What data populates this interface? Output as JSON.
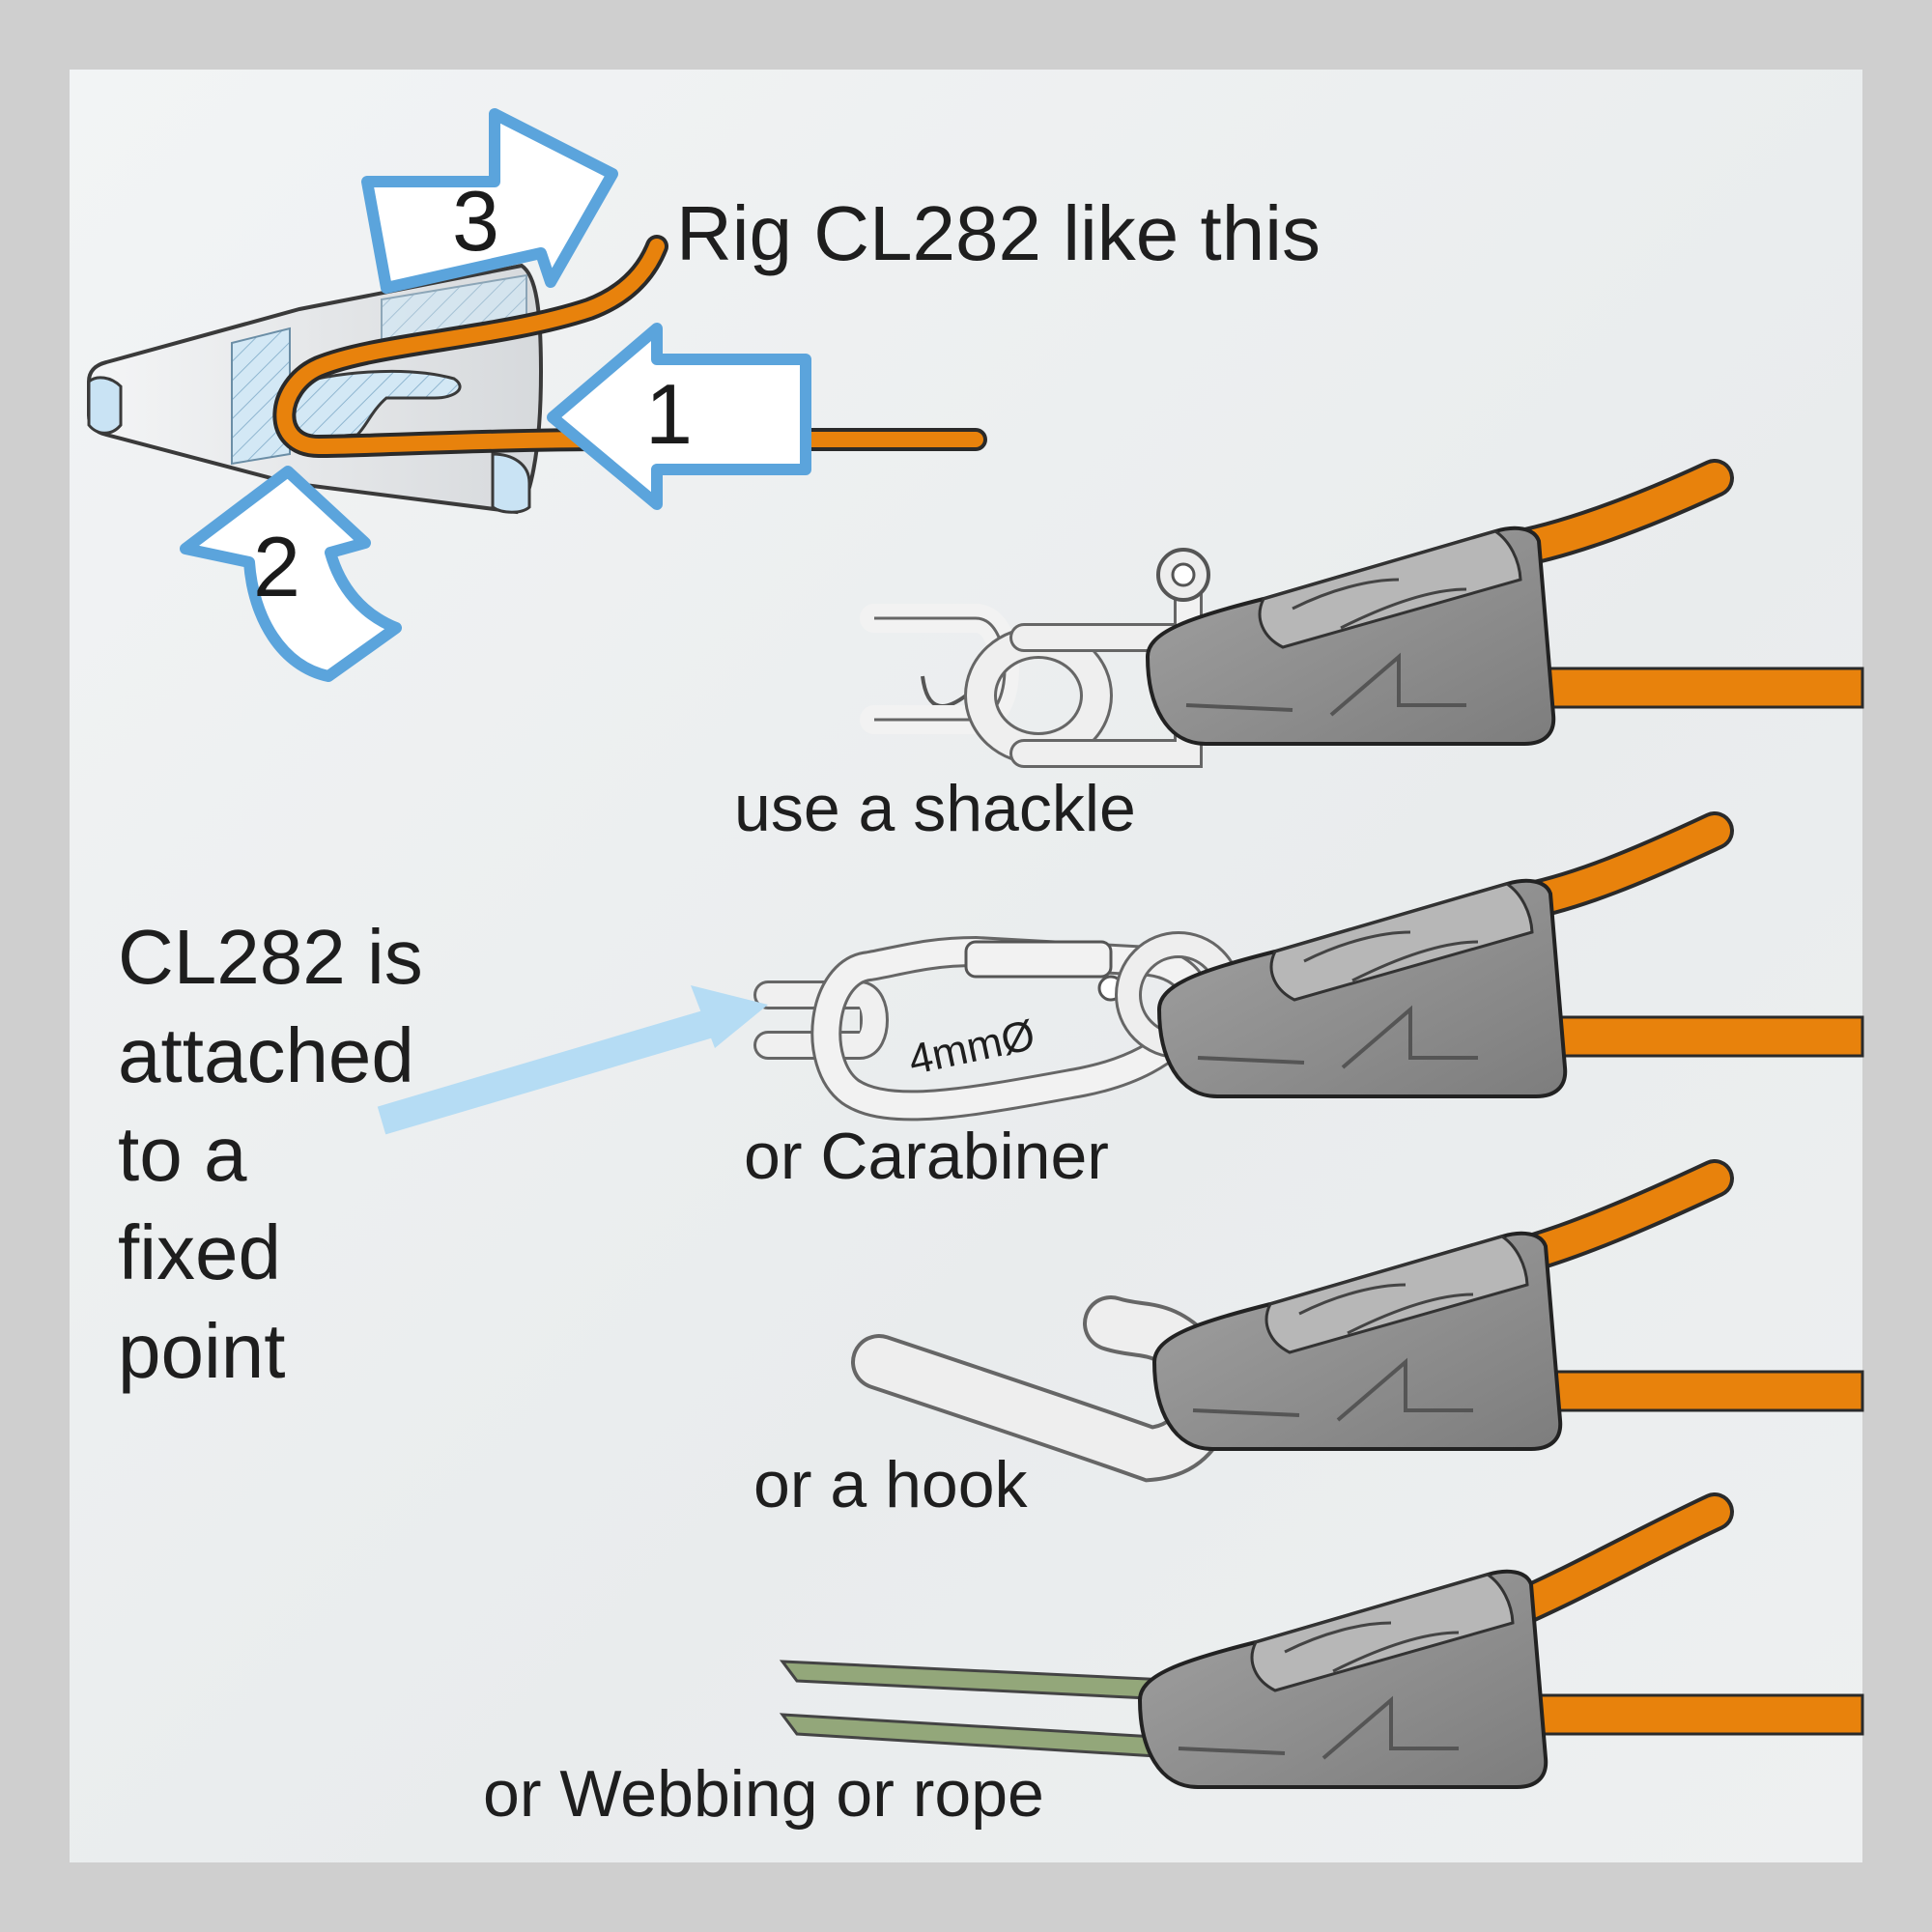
{
  "title": "Rig CL282 like this",
  "steps": [
    "1",
    "2",
    "3"
  ],
  "attach_note": "CL282 is\nattached\nto a\nfixed\npoint",
  "options": [
    {
      "label": "use a shackle"
    },
    {
      "label": "or Carabiner",
      "engraving": "4mmØ"
    },
    {
      "label": "or a hook"
    },
    {
      "label": "or Webbing or rope"
    }
  ],
  "colors": {
    "rope": "#e8820c",
    "cleat": "#8a8a8a",
    "arrow_outline": "#5ba4dc",
    "hint_arrow": "#b5dcf4",
    "webbing": "#93a77a",
    "frame": "#cfcfcf"
  }
}
